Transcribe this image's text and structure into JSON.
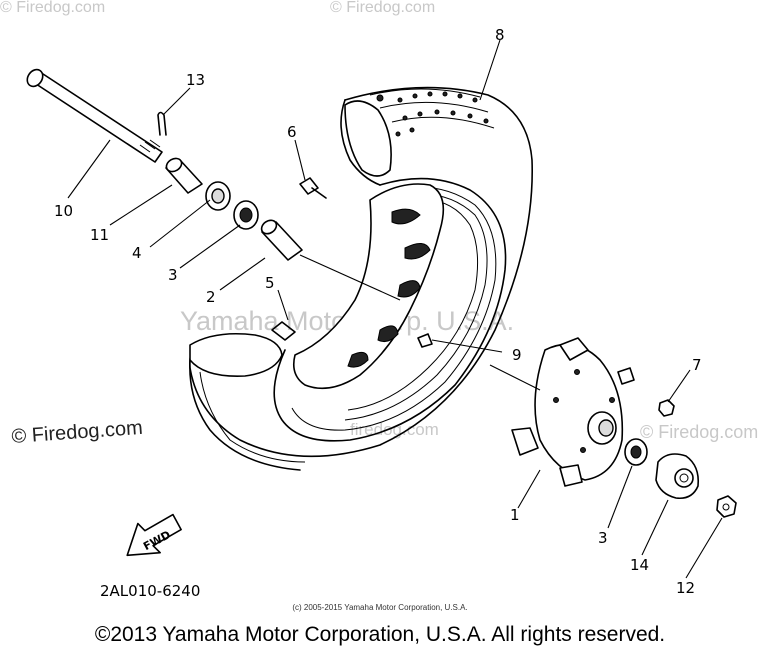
{
  "watermarks": {
    "center": "Yamaha Motor Corp. U.S.A.",
    "firedog_left": "© Firedog.com",
    "firedog_right": "© Firedog.com",
    "firedog_top": "© Firedog.com",
    "firedog_tire": "firedog.com"
  },
  "callouts": {
    "c1": "1",
    "c2": "2",
    "c3a": "3",
    "c3b": "3",
    "c4": "4",
    "c5": "5",
    "c6": "6",
    "c7": "7",
    "c8": "8",
    "c9": "9",
    "c10": "10",
    "c11": "11",
    "c12": "12",
    "c13": "13",
    "c14": "14"
  },
  "fwd_label": "FWD",
  "diagram_code": "2AL010-6240",
  "copyright_small": "(c) 2005-2015 Yamaha Motor Corporation, U.S.A.",
  "copyright_main": "©2013 Yamaha Motor Corporation, U.S.A. All rights reserved."
}
